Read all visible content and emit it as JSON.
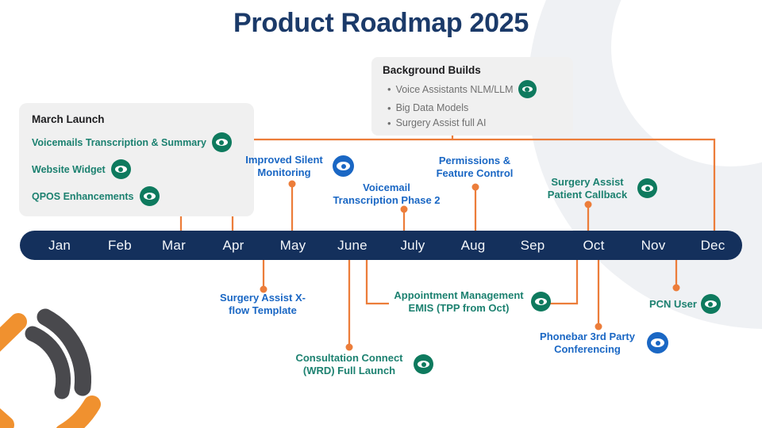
{
  "title": "Product Roadmap 2025",
  "colors": {
    "navy_bar": "#14305c",
    "title_navy": "#1b3a69",
    "connector_orange": "#ec7d3a",
    "green_text": "#1c8170",
    "green_icon": "#0e7a5e",
    "blue_text": "#1a67c4",
    "panel_gray": "#f0f0f0"
  },
  "march_launch": {
    "heading": "March Launch",
    "items": [
      {
        "label": "Voicemails Transcription & Summary",
        "icon": "eye-green"
      },
      {
        "label": "Website Widget",
        "icon": "eye-green"
      },
      {
        "label": "QPOS Enhancements",
        "icon": "eye-green"
      }
    ]
  },
  "background_builds": {
    "heading": "Background Builds",
    "items": [
      {
        "label": "Voice Assistants NLM/LLM",
        "icon": "eye-green"
      },
      {
        "label": "Big Data Models",
        "icon": null
      },
      {
        "label": "Surgery Assist full AI",
        "icon": null
      }
    ]
  },
  "timeline": {
    "months": [
      "Jan",
      "Feb",
      "Mar",
      "Apr",
      "May",
      "June",
      "July",
      "Aug",
      "Sep",
      "Oct",
      "Nov",
      "Dec"
    ]
  },
  "milestones": {
    "improved_silent_monitoring": {
      "label": "Improved Silent Monitoring",
      "icon": "eye-blue",
      "position": "above",
      "month": "May"
    },
    "voicemail_transcription_phase2": {
      "label": "Voicemail Transcription Phase 2",
      "icon": null,
      "position": "above",
      "month": "July"
    },
    "permissions_feature_control": {
      "label": "Permissions & Feature Control",
      "icon": null,
      "position": "above",
      "month": "Aug"
    },
    "surgery_assist_patient_callback": {
      "label": "Surgery Assist Patient Callback",
      "icon": "eye-green",
      "position": "above",
      "month": "Oct"
    },
    "surgery_assist_xflow_template": {
      "label": "Surgery Assist X-flow Template",
      "icon": null,
      "position": "below",
      "month": "Apr"
    },
    "consultation_connect": {
      "label": "Consultation Connect (WRD) Full Launch",
      "icon": "eye-green",
      "position": "below",
      "month": "June"
    },
    "appointment_management_emis": {
      "label": "Appointment Management EMIS (TPP from Oct)",
      "icon": "eye-green",
      "position": "below",
      "month": "June-Oct"
    },
    "phonebar_3rd_party_conferencing": {
      "label": "Phonebar 3rd Party Conferencing",
      "icon": "eye-blue",
      "position": "below",
      "month": "Oct"
    },
    "pcn_user": {
      "label": "PCN User",
      "icon": "eye-green",
      "position": "below",
      "month": "Nov"
    }
  }
}
